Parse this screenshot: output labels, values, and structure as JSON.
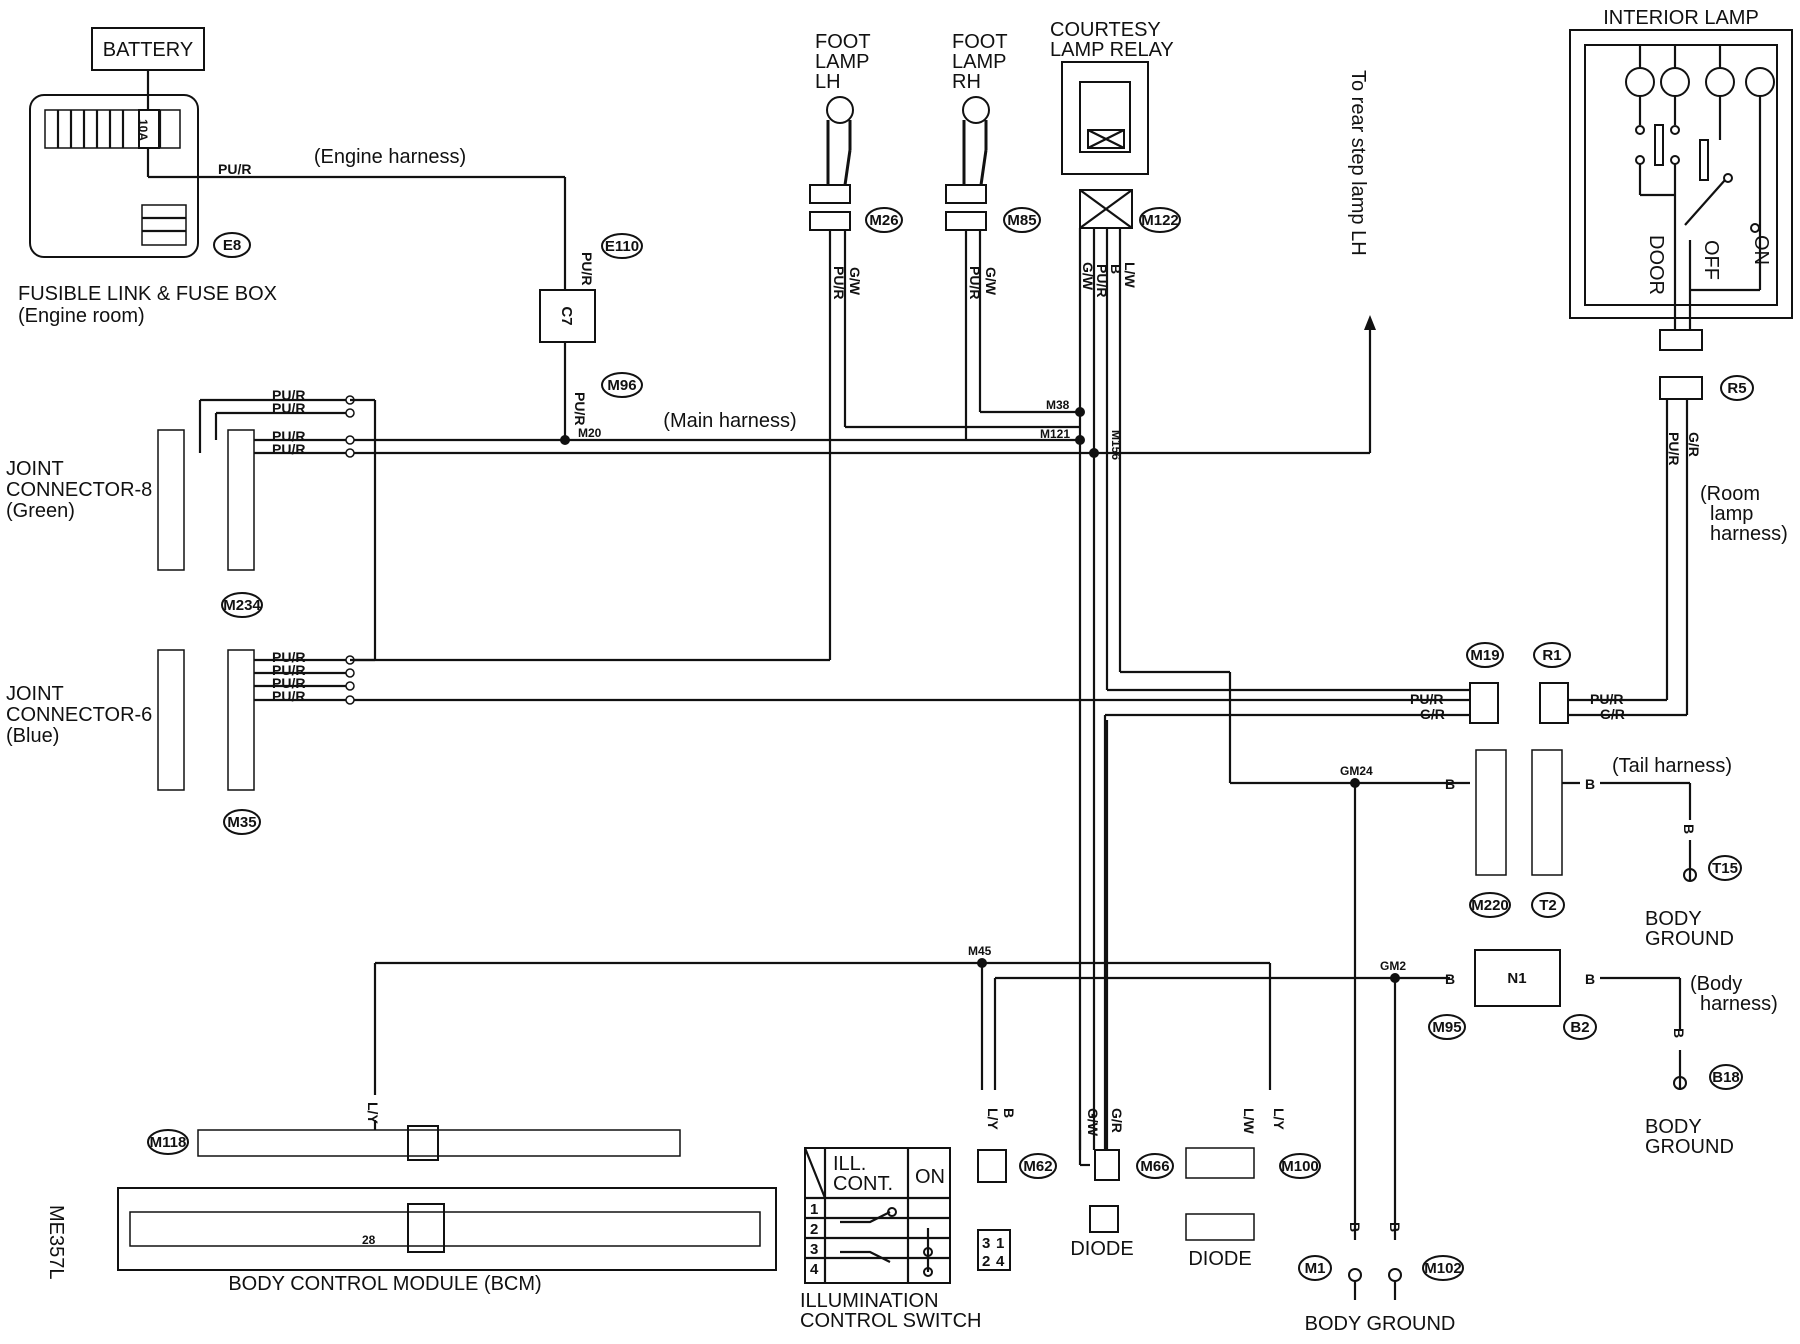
{
  "battery": {
    "label": "BATTERY",
    "fuse": "10A",
    "connector": "E8",
    "wire": "PU/R"
  },
  "fuse_box": {
    "line1": "FUSIBLE LINK & FUSE BOX",
    "line2": "(Engine room)"
  },
  "harness_labels": {
    "engine_room": "(Engine harness)",
    "main": "(Main harness)",
    "tail": "(Tail harness)",
    "room_lamp": [
      "(Room",
      "lamp",
      "harness)"
    ],
    "body": [
      "(Body",
      "harness)"
    ]
  },
  "connectors": {
    "e110": "E110",
    "m96": "M96",
    "m20": "M20",
    "c7": "C7",
    "m26": "M26",
    "m85": "M85",
    "m122": "M122",
    "m38": "M38",
    "m121": "M121",
    "m156": "M156",
    "r5": "R5",
    "m19": "M19",
    "r1": "R1",
    "gm24": "GM24",
    "m220": "M220",
    "t2": "T2",
    "t15": "T15",
    "m45": "M45",
    "gm2": "GM2",
    "n1": "N1",
    "m95": "M95",
    "b2": "B2",
    "b18": "B18",
    "m118": "M118",
    "m62": "M62",
    "m66": "M66",
    "m100": "M100",
    "m1": "M1",
    "m102": "M102",
    "m234": "M234",
    "m35": "M35",
    "bcm_pin": "28"
  },
  "components": {
    "foot_lamp_lh": [
      "FOOT",
      "LAMP",
      "LH"
    ],
    "foot_lamp_rh": [
      "FOOT",
      "LAMP",
      "RH"
    ],
    "courtesy_relay": [
      "COURTESY",
      "LAMP RELAY"
    ],
    "interior_lamp": "INTERIOR LAMP",
    "door": "DOOR",
    "off": "OFF",
    "on": "ON",
    "rear_step": "To rear step lamp LH",
    "joint8": [
      "JOINT",
      "CONNECTOR-8",
      "(Green)"
    ],
    "joint6": [
      "JOINT",
      "CONNECTOR-6",
      "(Blue)"
    ],
    "bcm": "BODY CONTROL MODULE (BCM)",
    "ill_switch": [
      "ILLUMINATION",
      "CONTROL SWITCH"
    ],
    "ill_cont": [
      "ILL.",
      "CONT."
    ],
    "ill_on": "ON",
    "ill_rows": [
      "1",
      "2",
      "3",
      "4"
    ],
    "diode": "DIODE",
    "body_ground": "BODY GROUND",
    "body_ground_2": [
      "BODY",
      "GROUND"
    ],
    "code": "ME357L",
    "relay_cells": [
      "3",
      "1",
      "2",
      "4"
    ]
  },
  "wires": {
    "pur": "PU/R",
    "gr": "G/R",
    "gw": "G/W",
    "b": "B",
    "lw": "L/W",
    "ly": "L/Y"
  }
}
